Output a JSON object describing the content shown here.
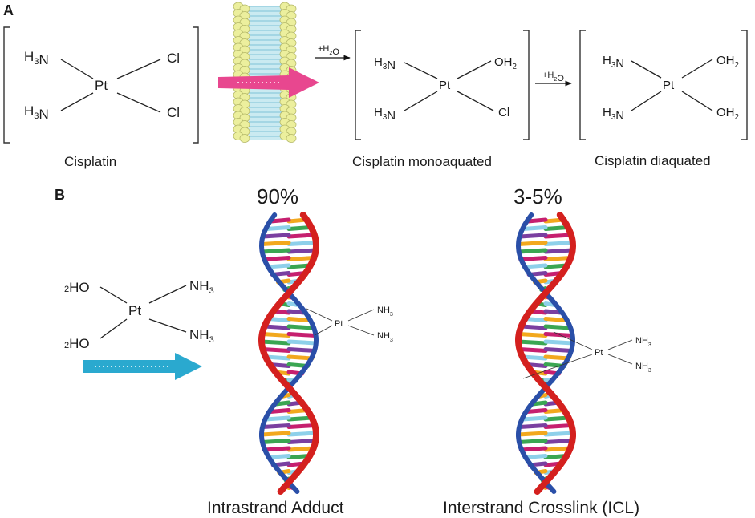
{
  "panels": {
    "a": "A",
    "b": "B"
  },
  "molecules": {
    "cisplatin": {
      "nh3_top": "H3N",
      "nh3_bottom": "H3N",
      "pt": "Pt",
      "cl_top": "Cl",
      "cl_bottom": "Cl",
      "caption": "Cisplatin"
    },
    "monoaquated": {
      "nh3_top": "H3N",
      "nh3_bottom": "H3N",
      "pt": "Pt",
      "oh2": "OH2",
      "cl": "Cl",
      "caption": "Cisplatin monoaquated"
    },
    "diaquated": {
      "nh3_top": "H3N",
      "nh3_bottom": "H3N",
      "pt": "Pt",
      "oh2_top": "OH2",
      "oh2_bottom": "OH2",
      "caption": "Cisplatin diaquated"
    },
    "panel_b_complex": {
      "h2o_top": "2HO",
      "h2o_bottom": "2HO",
      "pt": "Pt",
      "nh3_top": "NH3",
      "nh3_bottom": "NH3"
    }
  },
  "reactions": {
    "step1": "+H2O",
    "step2": "+H2O"
  },
  "dna": {
    "left": {
      "percent": "90%",
      "pt": "Pt",
      "nh3_top": "NH3",
      "nh3_bottom": "NH3",
      "caption": "Intrastrand Adduct"
    },
    "right": {
      "percent": "3-5%",
      "pt": "Pt",
      "nh3_top": "NH3",
      "nh3_bottom": "NH3",
      "caption": "Interstrand Crosslink (ICL)"
    }
  },
  "colors": {
    "strand_red": "#d4201e",
    "strand_blue": "#2a4fa8",
    "pink_arrow": "#e8478f",
    "cyan_arrow": "#2aa9cf",
    "membrane_head": "#ecef9d",
    "membrane_tail": "#9fd8e6",
    "base_colors": [
      "#f2a81d",
      "#3aa652",
      "#c61f6f",
      "#8ed0ea",
      "#7a3fa0"
    ]
  },
  "icons": [
    "lipid-bilayer-icon",
    "dna-double-helix-icon"
  ]
}
